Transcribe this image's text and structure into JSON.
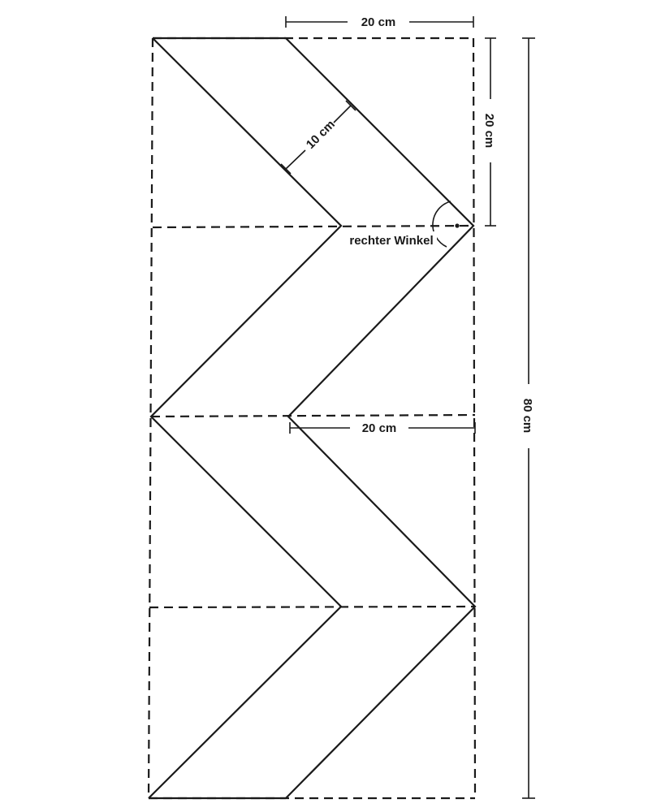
{
  "dimensions": {
    "top_width": "20 cm",
    "segment_height": "20 cm",
    "band_width": "10 cm",
    "middle_width": "20 cm",
    "total_height": "80 cm"
  },
  "annotations": {
    "right_angle": "rechter Winkel"
  }
}
